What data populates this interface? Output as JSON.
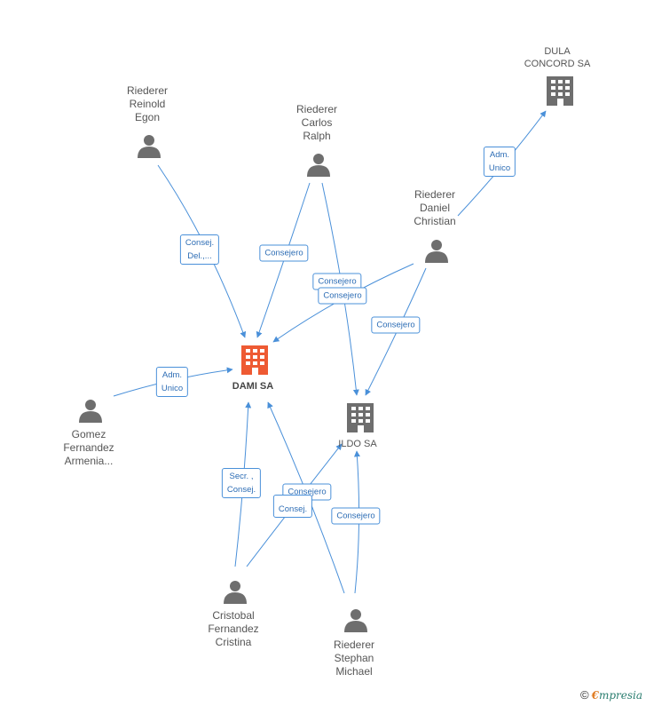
{
  "colors": {
    "edge": "#4a90d9",
    "person": "#6e6e6e",
    "company": "#6e6e6e",
    "focus": "#ee5a33"
  },
  "people": [
    {
      "id": "reinold",
      "label": "Riederer\nReinold\nEgon"
    },
    {
      "id": "carlos",
      "label": "Riederer\nCarlos\nRalph"
    },
    {
      "id": "daniel",
      "label": "Riederer\nDaniel\nChristian"
    },
    {
      "id": "gomez",
      "label": "Gomez\nFernandez\nArmenia..."
    },
    {
      "id": "cristobal",
      "label": "Cristobal\nFernandez\nCristina"
    },
    {
      "id": "stephan",
      "label": "Riederer\nStephan\nMichael"
    }
  ],
  "companies": [
    {
      "id": "dula",
      "label": "DULA\nCONCORD SA",
      "focus": false,
      "icon": "building-icon"
    },
    {
      "id": "dami",
      "label": "DAMI SA",
      "focus": true,
      "icon": "building-icon"
    },
    {
      "id": "ildo",
      "label": "ILDO SA",
      "focus": false,
      "icon": "building-icon"
    }
  ],
  "relations": [
    {
      "id": "r1",
      "label": "Consej.\nDel.,..."
    },
    {
      "id": "r2",
      "label": "Consejero"
    },
    {
      "id": "r3",
      "label": "Consejero"
    },
    {
      "id": "r4",
      "label": "Consejero"
    },
    {
      "id": "r5",
      "label": "Adm.\nUnico"
    },
    {
      "id": "r6",
      "label": "Consejero"
    },
    {
      "id": "r7",
      "label": "Adm.\nUnico"
    },
    {
      "id": "r8",
      "label": "Secr. ,\nConsej."
    },
    {
      "id": "r9",
      "label": "Consejero"
    },
    {
      "id": "r10",
      "label": "Consej."
    },
    {
      "id": "r11",
      "label": "Consejero"
    }
  ],
  "footer": {
    "copyright": "©",
    "brand_e": "€",
    "brand_rest": "mpresia"
  }
}
